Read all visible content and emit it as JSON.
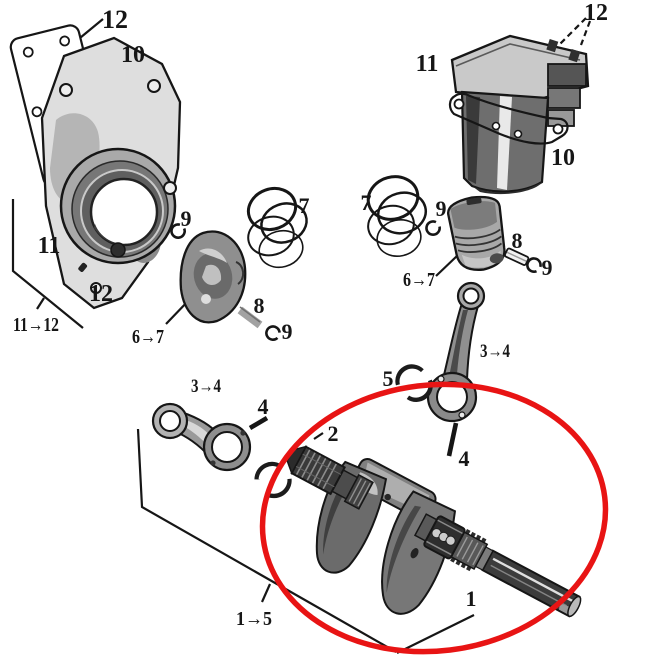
{
  "colors": {
    "paper": "#ffffff",
    "ink": "#161616",
    "highlight": "#e81414"
  },
  "highlight": {
    "shape": "ellipse",
    "around": "crankshaft-assembly"
  },
  "callouts": {
    "left_cylinder": {
      "bolt": "12",
      "gasket": "10",
      "cylinder": "11",
      "group": "11→12",
      "dowel": "12"
    },
    "left_piston": {
      "clip_top": "9",
      "rings": "7",
      "piston": "6→7",
      "pin": "8",
      "clip_bottom": "9"
    },
    "left_rod": {
      "rod": "3→4",
      "bolt": "4"
    },
    "right_cylinder": {
      "cylinder": "11",
      "gasket": "10",
      "bolt": "12"
    },
    "right_piston": {
      "rings": "7",
      "clip_top": "9",
      "piston": "6→7",
      "pin": "8",
      "clip_bottom": "9"
    },
    "right_rod": {
      "rod": "3→4",
      "bolt": "4",
      "bearing": "5"
    },
    "crankshaft": {
      "crank": "1",
      "bearing_mark": "2",
      "assembly": "1→5"
    }
  }
}
